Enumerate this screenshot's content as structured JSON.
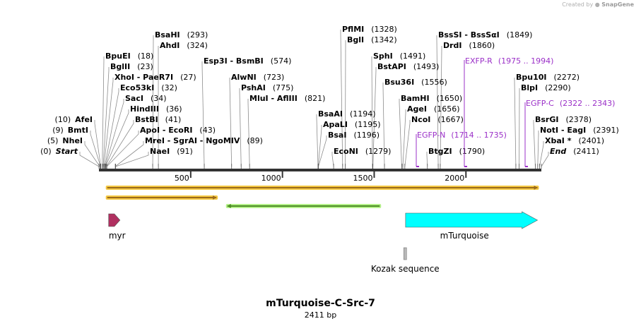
{
  "credit": {
    "prefix": "Created by",
    "brand": "SnapGene"
  },
  "title": "mTurquoise-C-Src-7",
  "length_label": "2411 bp",
  "sequence_length": 2411,
  "ruler": {
    "ticks": [
      {
        "label": "500",
        "pos": 500
      },
      {
        "label": "1000",
        "pos": 1000
      },
      {
        "label": "1500",
        "pos": 1500
      },
      {
        "label": "2000",
        "pos": 2000
      }
    ]
  },
  "sites": [
    {
      "name": "BsaHI",
      "pos": "(293)",
      "bp": 293
    },
    {
      "name": "AhdI",
      "pos": "(324)",
      "bp": 324
    },
    {
      "name": "BpuEI",
      "pos": "(18)",
      "bp": 18
    },
    {
      "name": "BglII",
      "pos": "(23)",
      "bp": 23
    },
    {
      "name": "XhoI",
      "pos": "",
      "bp": 27,
      "extra": " - PaeR7I",
      "extra_pos": "(27)"
    },
    {
      "name": "Eco53kI",
      "pos": "(32)",
      "bp": 32
    },
    {
      "name": "SacI",
      "pos": "(34)",
      "bp": 34
    },
    {
      "name": "HindIII",
      "pos": "(36)",
      "bp": 36
    },
    {
      "name": "BstBI",
      "pos": "(41)",
      "bp": 41
    },
    {
      "name": "ApoI",
      "pos": "",
      "bp": 43,
      "extra": " - EcoRI",
      "extra_pos": "(43)"
    },
    {
      "name": "MreI",
      "pos": "",
      "bp": 89,
      "extra": " - SgrAI  - NgoMIV",
      "extra_pos": "(89)"
    },
    {
      "name": "NaeI",
      "pos": "(91)",
      "bp": 91
    },
    {
      "name": "AfeI",
      "pos": "(10)",
      "bp": 10,
      "left": true
    },
    {
      "name": "BmtI",
      "pos": "(9)",
      "bp": 9,
      "left": true
    },
    {
      "name": "NheI",
      "pos": "(5)",
      "bp": 5,
      "left": true
    },
    {
      "name": "Start",
      "pos": "(0)",
      "bp": 0,
      "left": true,
      "italic": true
    },
    {
      "name": "Esp3I",
      "pos": "",
      "bp": 574,
      "extra": " - BsmBI",
      "extra_pos": "(574)"
    },
    {
      "name": "AlwNI",
      "pos": "(723)",
      "bp": 723
    },
    {
      "name": "PshAI",
      "pos": "(775)",
      "bp": 775
    },
    {
      "name": "MluI",
      "pos": "",
      "bp": 821,
      "extra": " - AflIII",
      "extra_pos": "(821)"
    },
    {
      "name": "PflMI",
      "pos": "(1328)",
      "bp": 1328
    },
    {
      "name": "BglI",
      "pos": "(1342)",
      "bp": 1342
    },
    {
      "name": "BsaAI",
      "pos": "(1194)",
      "bp": 1194
    },
    {
      "name": "ApaLI",
      "pos": "(1195)",
      "bp": 1195
    },
    {
      "name": "BsaI",
      "pos": "(1196)",
      "bp": 1196
    },
    {
      "name": "EcoNI",
      "pos": "(1279)",
      "bp": 1279
    },
    {
      "name": "SphI",
      "pos": "(1491)",
      "bp": 1491
    },
    {
      "name": "BstAPI",
      "pos": "(1493)",
      "bp": 1493
    },
    {
      "name": "Bsu36I",
      "pos": "(1556)",
      "bp": 1556
    },
    {
      "name": "BamHI",
      "pos": "(1650)",
      "bp": 1650
    },
    {
      "name": "AgeI",
      "pos": "(1656)",
      "bp": 1656
    },
    {
      "name": "NcoI",
      "pos": "(1667)",
      "bp": 1667
    },
    {
      "name": "BssSI",
      "pos": "",
      "bp": 1849,
      "extra": " - BssSαI",
      "extra_pos": "(1849)"
    },
    {
      "name": "DrdI",
      "pos": "(1860)",
      "bp": 1860
    },
    {
      "name": "BtgZI",
      "pos": "(1790)",
      "bp": 1790
    },
    {
      "name": "Bpu10I",
      "pos": "(2272)",
      "bp": 2272
    },
    {
      "name": "BlpI",
      "pos": "(2290)",
      "bp": 2290
    },
    {
      "name": "BsrGI",
      "pos": "(2378)",
      "bp": 2378
    },
    {
      "name": "NotI",
      "pos": "",
      "bp": 2391,
      "extra": " - EagI",
      "extra_pos": "(2391)"
    },
    {
      "name": "XbaI *",
      "pos": "(2401)",
      "bp": 2401
    },
    {
      "name": "End",
      "pos": "(2411)",
      "bp": 2411,
      "italic": true
    }
  ],
  "primers": [
    {
      "name": "EXFP-R",
      "range": "(1975 .. 1994)",
      "bp": 1984,
      "color": "#9b30c8"
    },
    {
      "name": "EGFP-C",
      "range": "(2322 .. 2343)",
      "bp": 2333,
      "color": "#9b30c8"
    },
    {
      "name": "EGFP-N",
      "range": "(1714 .. 1735)",
      "bp": 1724,
      "color": "#9b30c8"
    }
  ],
  "features": [
    {
      "name": "myr",
      "kind": "arrow-right",
      "start": 45,
      "end": 84,
      "color": "#b03060"
    },
    {
      "name": "mTurquoise",
      "kind": "arrow-right",
      "start": 1671,
      "end": 2390,
      "color": "#00ffff"
    },
    {
      "name": "Kozak sequence",
      "kind": "box",
      "start": 1661,
      "end": 1670,
      "color": "#b8b8b8"
    }
  ],
  "orfs": [
    {
      "start": 45,
      "end": 2390,
      "strand": "+",
      "color": "#9a6b1e",
      "glow": "#f5c842"
    },
    {
      "start": 45,
      "end": 640,
      "strand": "+",
      "color": "#9a6b1e",
      "glow": "#f5c842"
    },
    {
      "start": 700,
      "end": 1530,
      "strand": "-",
      "color": "#4a8c22",
      "glow": "#b5f08a"
    }
  ],
  "colors": {
    "backbone": "#333333",
    "label": "#000000",
    "pos": "#000000",
    "primer": "#9b30c8"
  }
}
